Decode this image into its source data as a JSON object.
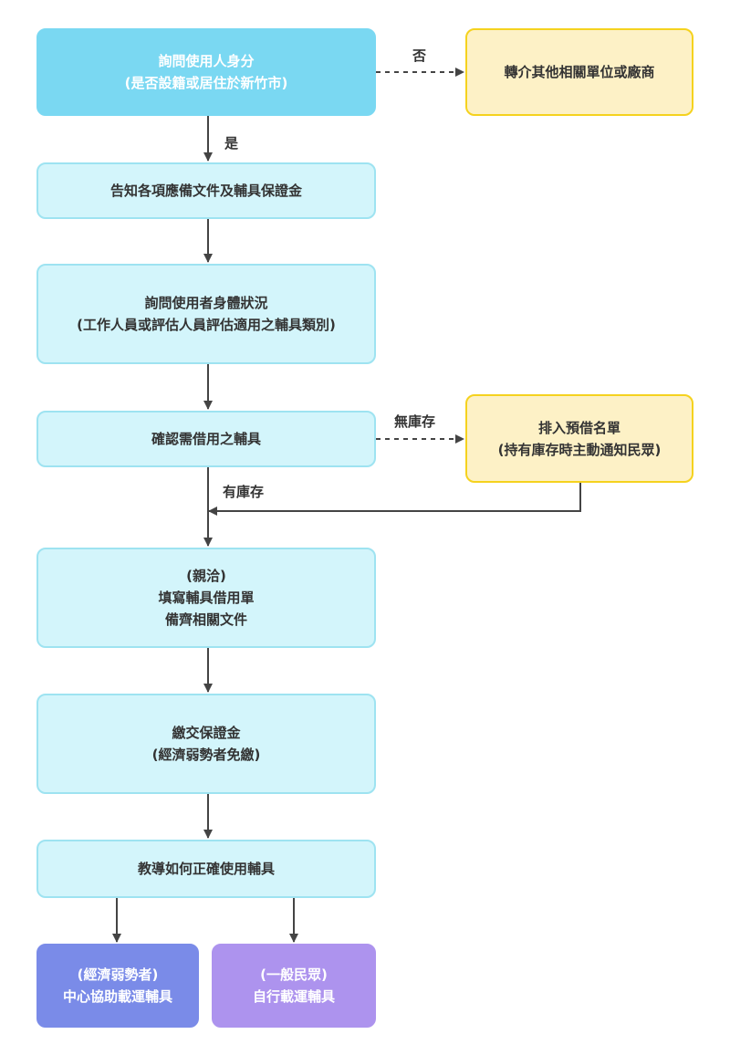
{
  "nodes": {
    "ask_identity": [
      "詢問使用人身分",
      "(是否設籍或居住於新竹市)"
    ],
    "referral": [
      "轉介其他相關單位或廠商"
    ],
    "inform_docs": [
      "告知各項應備文件及輔具保證金"
    ],
    "ask_condition": [
      "詢問使用者身體狀況",
      "(工作人員或評估人員評估適用之輔具類別)"
    ],
    "confirm_aid": [
      "確認需借用之輔具"
    ],
    "waitlist": [
      "排入預借名單",
      "(持有庫存時主動通知民眾)"
    ],
    "fill_form": [
      "(親洽)",
      "填寫輔具借用單",
      "備齊相關文件"
    ],
    "pay_deposit": [
      "繳交保證金",
      "(經濟弱勢者免繳)"
    ],
    "teach_usage": [
      "教導如何正確使用輔具"
    ],
    "center_transport": [
      "(經濟弱勢者)",
      "中心協助載運輔具"
    ],
    "self_transport": [
      "(一般民眾)",
      "自行載運輔具"
    ]
  },
  "edge_labels": {
    "no": "否",
    "yes": "是",
    "no_stock": "無庫存",
    "in_stock": "有庫存"
  },
  "colors": {
    "primary": "#7ad8f2",
    "light_fill": "#d3f5fb",
    "light_border": "#9ee3f1",
    "yellow_fill": "#fdf1c6",
    "yellow_border": "#f5d21e",
    "blue": "#7a8be8",
    "purple": "#ad93ee",
    "arrow": "#444444"
  }
}
